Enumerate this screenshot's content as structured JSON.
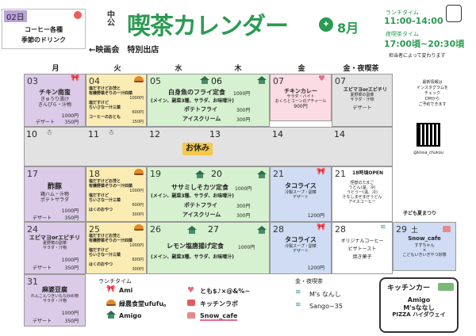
{
  "header": {
    "left_card": {
      "date": "02日",
      "line1": "コーヒー各種",
      "line2": "季節のドリンク"
    },
    "logo_text": "中公",
    "title": "喫茶カレンダー",
    "month": "8月",
    "lunch_label": "ランチタイム",
    "lunch_time": "11:00-14:00",
    "night_label": "夜喫茶タイム",
    "night_time": "17:00頃~20:30頃",
    "staff_note": "担当者によって変わります",
    "event_line": "←映画会　特別出店"
  },
  "weekdays": [
    "月",
    "火",
    "水",
    "木",
    "金",
    "金・夜喫茶"
  ],
  "sidebar": {
    "info": "最新情報は\nインスタグラムを\nチェック\nDMから\nご予約できます",
    "handle": "@kissa_chukou"
  },
  "week1": {
    "mon": {
      "num": "03",
      "title": "チキン南蛮",
      "l1": "きゅうり漬け",
      "l2": "きんぴら・汁物",
      "p1": "1000円",
      "dessert": "デザート",
      "p2": "350円"
    },
    "tue": {
      "num": "04",
      "l1": "塩だすけどお茂と",
      "l2": "有機野菜ぞりの一汁四菜",
      "p1": "1000円",
      "l3": "塩だすけど",
      "l4": "ちいさな一汁三菜",
      "p2": "600円",
      "l5": "コーヒーのおとも",
      "p3": "150円"
    },
    "wed": {
      "num": "05"
    },
    "thu": {
      "num": "06",
      "title": "白身魚のフライ定食",
      "p0": "1000円",
      "sub": "(メイン、副菜3種、サラダ、お味噌汁)",
      "l1": "ポテトフライ",
      "p1": "300円",
      "l2": "アイスクリーム",
      "p2": "300円"
    },
    "fri": {
      "num": "07",
      "title": "チキンカレー",
      "l1": "サラダ・バイト",
      "l2": "おくらとコーンのアチャール",
      "p1": "900円"
    },
    "fri_night": {
      "num": "07",
      "title": "エビマヨorエビチリ",
      "l1": "夏野菜の副菜",
      "l2": "サラダ・汁物",
      "dessert": "デザート"
    }
  },
  "week2": {
    "nums": [
      "10",
      "11",
      "12",
      "13",
      "14",
      "14"
    ],
    "holiday": "お休み"
  },
  "week3": {
    "mon": {
      "num": "17",
      "title": "酢豚",
      "l1": "鶏ハム・汁物",
      "l2": "ポテトサラダ",
      "p1": "1000円",
      "dessert": "デザート",
      "p2": "350円"
    },
    "tue": {
      "num": "18",
      "l1": "塩だすけどお茂と",
      "l2": "有機野菜ぞりの一汁四菜",
      "p1": "1000円",
      "l3": "塩だすけど",
      "l4": "ちいさな一汁三菜",
      "p2": "600円",
      "l5": "はくのおやつ",
      "p3": "300円"
    },
    "wed": {
      "num": "19"
    },
    "thu": {
      "num": "20",
      "title": "ササミしそカツ定食",
      "p0": "1000円",
      "sub": "(メイン、副菜3種、サラダ、お味噌汁)",
      "l1": "ポテトフライ",
      "p1": "300円",
      "l2": "アイスクリーム",
      "p2": "300円"
    },
    "fri": {
      "num": "21",
      "title": "タコライス",
      "l1": "冷製スープ・副菜",
      "l2": "デザート",
      "p1": "1200円"
    },
    "fri_night": {
      "num": "21",
      "title": "18時頃OPEN",
      "l1": "怪獣のたまご",
      "l2": "うどん(温、冷)",
      "l3": "うどうー(温、冷)",
      "l4": "汁なしまぜまぜうどん",
      "l5": "アイスコーヒー"
    }
  },
  "week4": {
    "mon": {
      "num": "24",
      "title": "エビマヨorエビチリ",
      "l1": "夏野菜の副菜",
      "l2": "サラダ・汁物",
      "p1": "1000円",
      "dessert": "デザート",
      "p2": "350円"
    },
    "tue": {
      "num": "25",
      "l1": "塩だすけどお茂と",
      "l2": "有機野菜ぞりの一汁四菜",
      "p1": "1000円",
      "l3": "塩だすけど",
      "l4": "ちいさな一汁三菜",
      "p2": "600円",
      "l5": "はくのおやつ",
      "p3": "300円"
    },
    "wed": {
      "num": "26"
    },
    "thu": {
      "num": "27",
      "title": "レモン塩唐揚げ定食",
      "p0": "1000円",
      "sub": "(メイン、副菜3種、サラダ、お味噌汁)"
    },
    "fri": {
      "num": "28",
      "title": "タコライス",
      "l1": "冷製スープ・副菜",
      "l2": "デザート",
      "p1": "1200円"
    },
    "fri_night": {
      "num": "28",
      "l1": "オリジナルコーヒー",
      "l2": "ビザトースト",
      "l3": "焼き菓子"
    },
    "sat": {
      "num": "29",
      "day": "土",
      "badge": "子ども夏まつり",
      "title": "Snow_cafe",
      "l1": "すずちゃん",
      "l2": "×",
      "l3": "こどもいきいきやつ好隊"
    }
  },
  "week5": {
    "mon": {
      "num": "31",
      "title": "麻婆豆腐",
      "l1": "れんこんつきいもな炒め物",
      "l2": "サラダ・汁物",
      "p1": "1000円",
      "dessert": "デザート",
      "p2": "350円"
    }
  },
  "legend": {
    "lunch_title": "ランチタイム",
    "items": [
      "Ami",
      "緑農食堂ufufu。",
      "Amigo",
      "とも$♪×@&%~",
      "キッチンラボ",
      "Snow_cafe"
    ],
    "night_title": "金・夜喫茶",
    "night_items": [
      "M's なんし",
      "Sango~35"
    ]
  },
  "kitchen_car": {
    "title": "キッチンカー",
    "l1": "Amigo",
    "l2": "M'sななし",
    "l3": "PIZZA ハイダウェイ"
  }
}
